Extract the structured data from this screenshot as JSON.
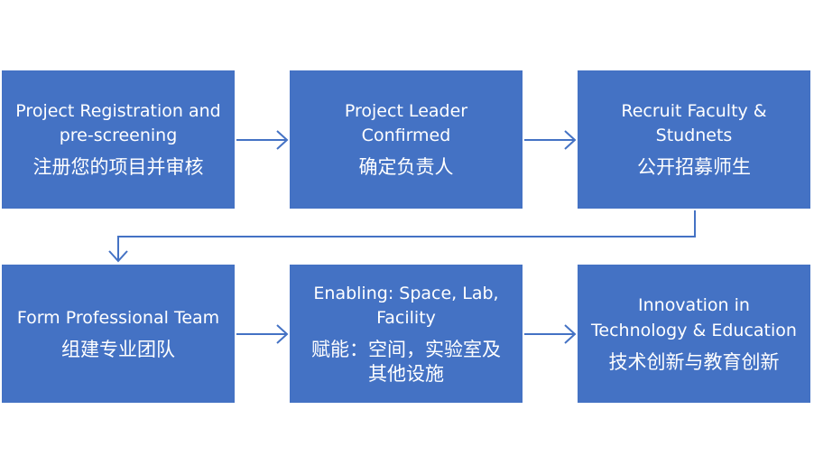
{
  "steps": [
    {
      "en": "Project Registration and\npre-screening",
      "zh": "注册您的项目并审核"
    },
    {
      "en": "Project Leader\nConfirmed",
      "zh": "确定负责人"
    },
    {
      "en": "Recruit Faculty &\nStudnets",
      "zh": "公开招募师生"
    },
    {
      "en": "Form Professional Team",
      "zh": "组建专业团队"
    },
    {
      "en": "Enabling: Space, Lab,\nFacility",
      "zh": "赋能：空间，实验室及\n其他设施"
    },
    {
      "en": "Innovation in\nTechnology & Education",
      "zh": "技术创新与教育创新"
    }
  ],
  "colors": {
    "box_fill": "#4472c4",
    "box_text": "#ffffff",
    "connector": "#4472c4"
  }
}
